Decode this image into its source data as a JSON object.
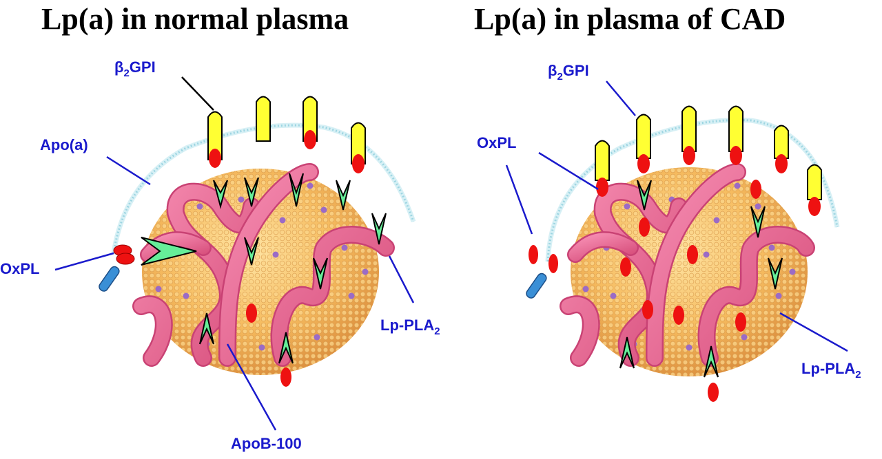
{
  "titles": {
    "left": "Lp(a) in normal plasma",
    "right": "Lp(a) in plasma of CAD"
  },
  "labels": {
    "beta": "β",
    "beta_sub": "2",
    "gpi": "GPI",
    "apoa": "Apo(a)",
    "oxpl": "OxPL",
    "lppla": "Lp-PLA",
    "lppla_sub": "2",
    "apob": "ApoB-100"
  },
  "colors": {
    "title": "#000000",
    "label": "#1a1acc",
    "leader_line": "#1a1acc",
    "particle": "#f2b45a",
    "phospholipid_dot": "#9b6bc6",
    "apob_ribbon": "#ec6f9a",
    "apoa_kringle": "#8fd0dc",
    "beta2gpi": "#ffff33",
    "oxpl": "#ee1111",
    "lppla2": "#66ee99",
    "protease_domain": "#3a8fd6"
  }
}
